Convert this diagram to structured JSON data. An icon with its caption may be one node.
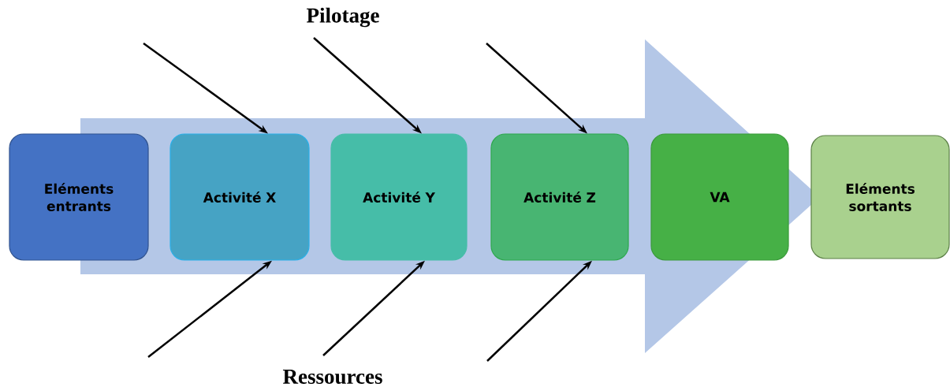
{
  "diagram": {
    "nodes": [
      {
        "text": [
          "Eléments entrants"
        ]
      },
      {
        "text": [
          "Activité X"
        ]
      },
      {
        "text": [
          "Activité Y"
        ]
      },
      {
        "text": [
          "Activité Z"
        ]
      },
      {
        "text": [
          "VA"
        ]
      },
      {
        "text": [
          "Eléments sortants"
        ]
      }
    ],
    "edges": [
      {
        "from": null,
        "to": 1,
        "arrow": "to"
      },
      {
        "from": null,
        "to": 2,
        "arrow": "to"
      },
      {
        "from": null,
        "to": 3,
        "arrow": "to"
      },
      {
        "from": null,
        "to": 1,
        "arrow": "to"
      },
      {
        "from": null,
        "to": 2,
        "arrow": "to"
      },
      {
        "from": null,
        "to": 3,
        "arrow": "to"
      },
      {
        "from": 0,
        "to": 5,
        "arrow": "to",
        "style": "thick",
        "color": "#b4c7e7"
      }
    ],
    "labels": [
      "Pilotage",
      "Ressources"
    ]
  }
}
